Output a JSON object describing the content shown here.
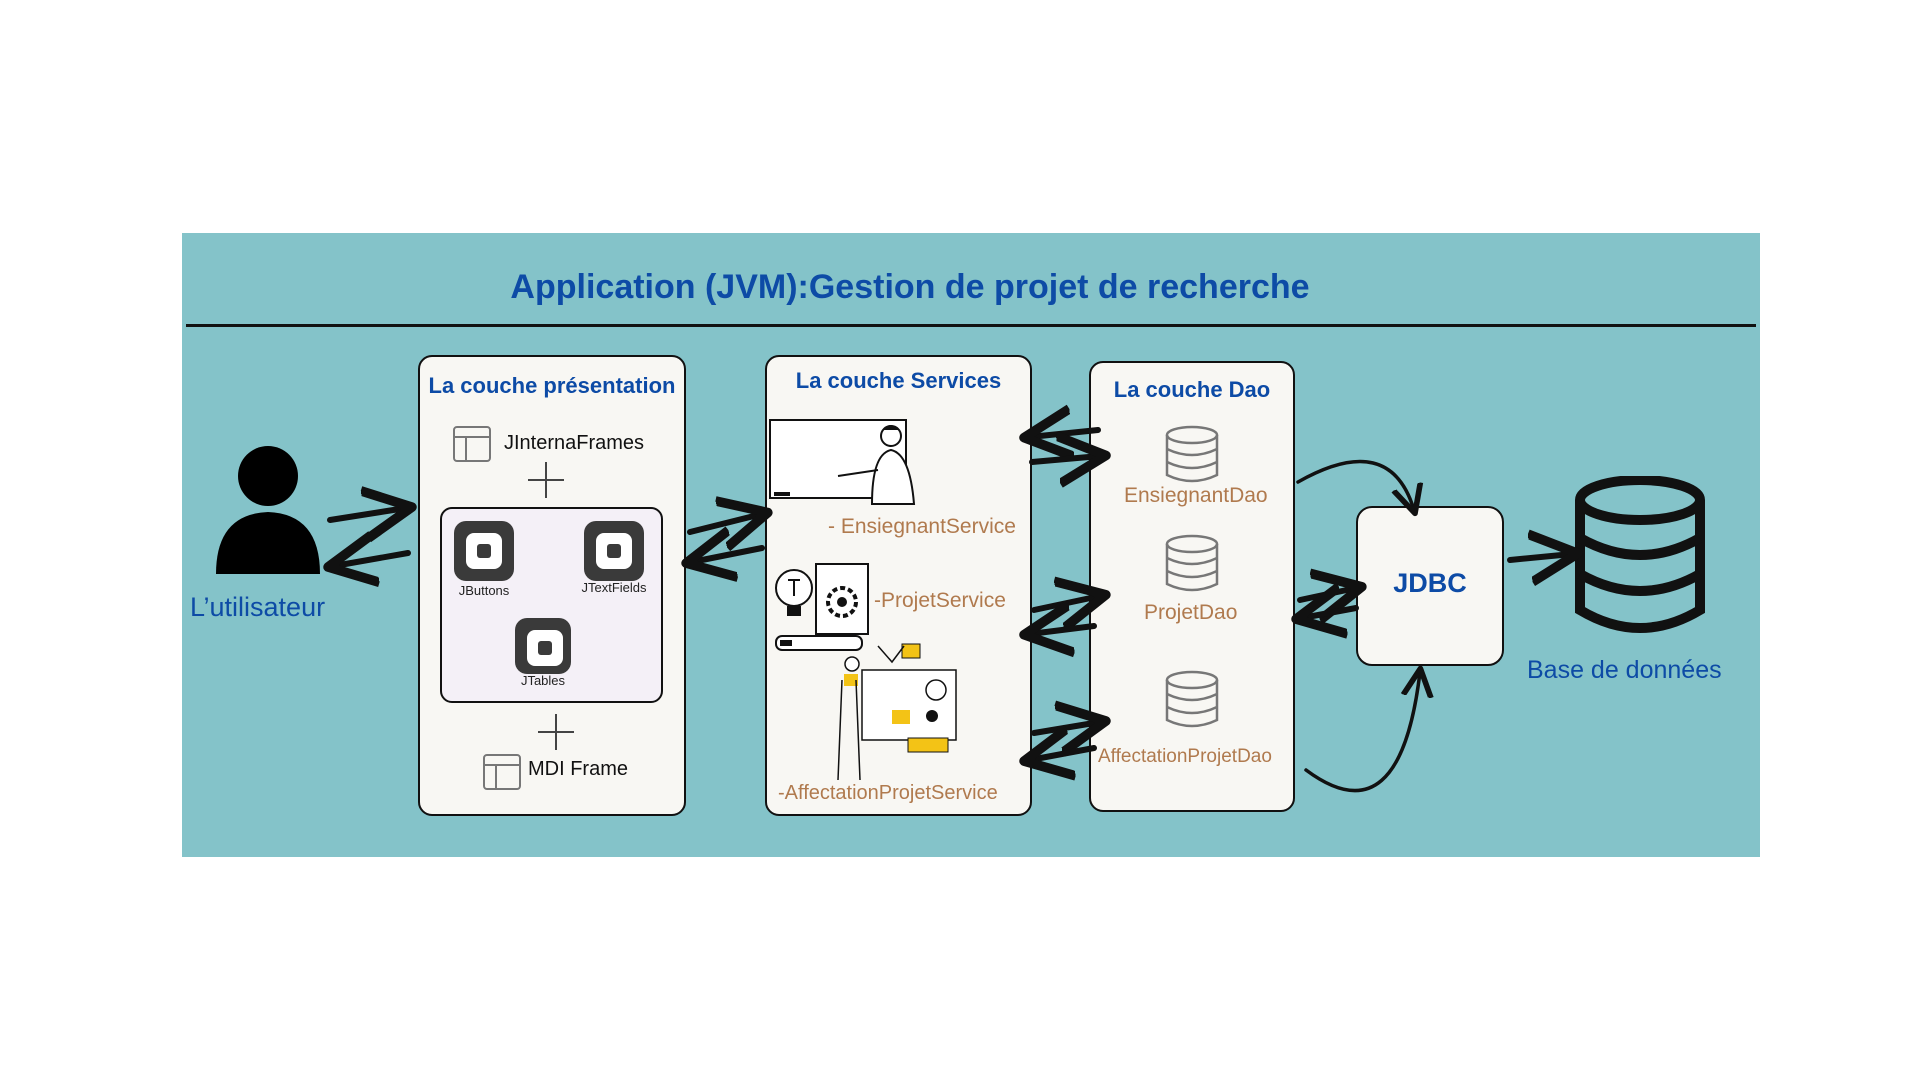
{
  "title": "Application (JVM):Gestion de projet de recherche",
  "user": {
    "label": "L’utilisateur",
    "icon": "user-icon"
  },
  "presentation": {
    "title": "La couche présentation",
    "internal_frames": "JInternaFrames",
    "mdi_frame": "MDI Frame",
    "components": [
      "JButtons",
      "JTextFields",
      "JTables"
    ]
  },
  "services": {
    "title": "La couche Services",
    "items": [
      "- EnsiegnantService",
      "-ProjetService",
      "-AffectationProjetService"
    ]
  },
  "dao": {
    "title": "La couche Dao",
    "items": [
      "EnsiegnantDao",
      "ProjetDao",
      "AffectationProjetDao"
    ]
  },
  "jdbc": {
    "label": "JDBC"
  },
  "database": {
    "label": "Base de données",
    "icon": "database-icon"
  },
  "colors": {
    "background": "#84c3c9",
    "title_blue": "#0d4ba6",
    "item_brown": "#b07a4e",
    "box_fill": "#f8f7f3",
    "inner_fill": "#f4f0f7",
    "accent_yellow": "#f3c316"
  }
}
